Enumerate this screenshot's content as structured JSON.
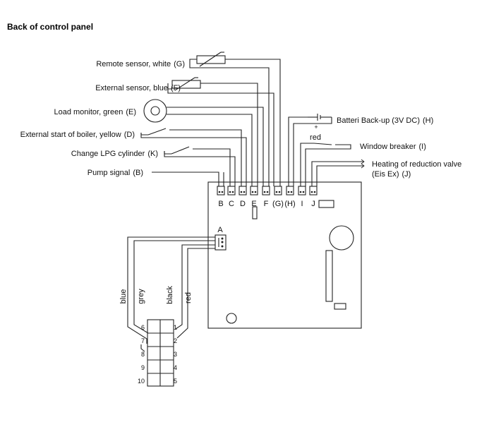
{
  "title": "Back of control panel",
  "inputs": [
    {
      "label": "Remote sensor, white",
      "code": "(G)"
    },
    {
      "label": "External sensor, blue",
      "code": "(F)"
    },
    {
      "label": "Load monitor, green",
      "code": "(E)"
    },
    {
      "label": "External start of boiler, yellow",
      "code": "(D)"
    },
    {
      "label": "Change LPG cylinder",
      "code": "(K)"
    },
    {
      "label": "Pump signal",
      "code": "(B)"
    }
  ],
  "outputs": {
    "battery": {
      "label": "Batteri Back-up (3V DC)",
      "code": "(H)",
      "polarity": "+",
      "wire": "red"
    },
    "window": {
      "label": "Window breaker",
      "code": "(I)"
    },
    "heating": {
      "line1": "Heating of reduction valve",
      "line2": "(Eis Ex)",
      "code": "(J)"
    }
  },
  "terminals": [
    "B",
    "C",
    "D",
    "E",
    "F",
    "(G)",
    "(H)",
    "I",
    "J"
  ],
  "connector_a": "A",
  "wire_colors": [
    "blue",
    "grey",
    "black",
    "red"
  ],
  "pins_left": [
    "6",
    "7",
    "8",
    "9",
    "10"
  ],
  "pins_right": [
    "1",
    "2",
    "3",
    "4",
    "5"
  ]
}
